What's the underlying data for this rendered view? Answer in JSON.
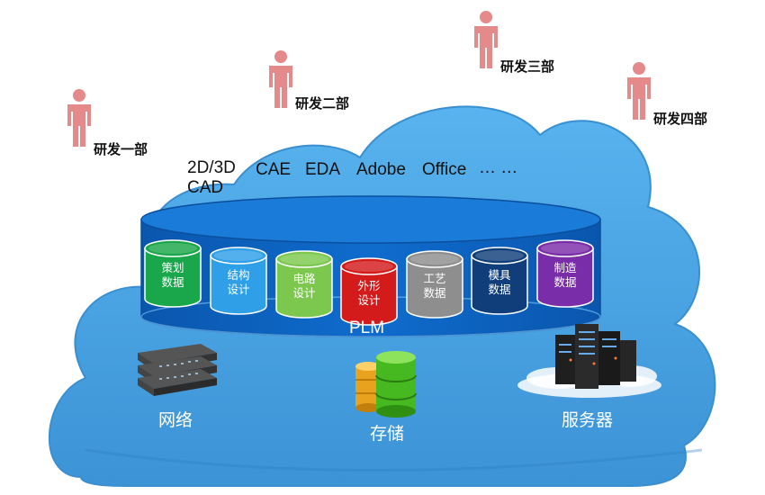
{
  "departments": [
    {
      "label": "研发一部"
    },
    {
      "label": "研发二部"
    },
    {
      "label": "研发三部"
    },
    {
      "label": "研发四部"
    }
  ],
  "software": {
    "cad_line1": "2D/3D",
    "cad_line2": "CAD",
    "items": [
      "CAE",
      "EDA",
      "Adobe",
      "Office",
      "… …"
    ]
  },
  "platform": {
    "label": "PLM"
  },
  "data_modules": [
    {
      "line1": "策划",
      "line2": "数据",
      "color": "#1aa64a"
    },
    {
      "line1": "结构",
      "line2": "设计",
      "color": "#2f9fe8"
    },
    {
      "line1": "电路",
      "line2": "设计",
      "color": "#7cc84e"
    },
    {
      "line1": "外形",
      "line2": "设计",
      "color": "#d41b1b"
    },
    {
      "line1": "工艺",
      "line2": "数据",
      "color": "#8e8e8e"
    },
    {
      "line1": "模具",
      "line2": "数据",
      "color": "#103e7a"
    },
    {
      "line1": "制造",
      "line2": "数据",
      "color": "#7a2da8"
    }
  ],
  "infrastructure": {
    "network": "网络",
    "storage": "存储",
    "server": "服务器"
  },
  "colors": {
    "cloud": "#4aa3e2",
    "platform_body": "#0a5fbf",
    "person": "#e58a8a"
  }
}
